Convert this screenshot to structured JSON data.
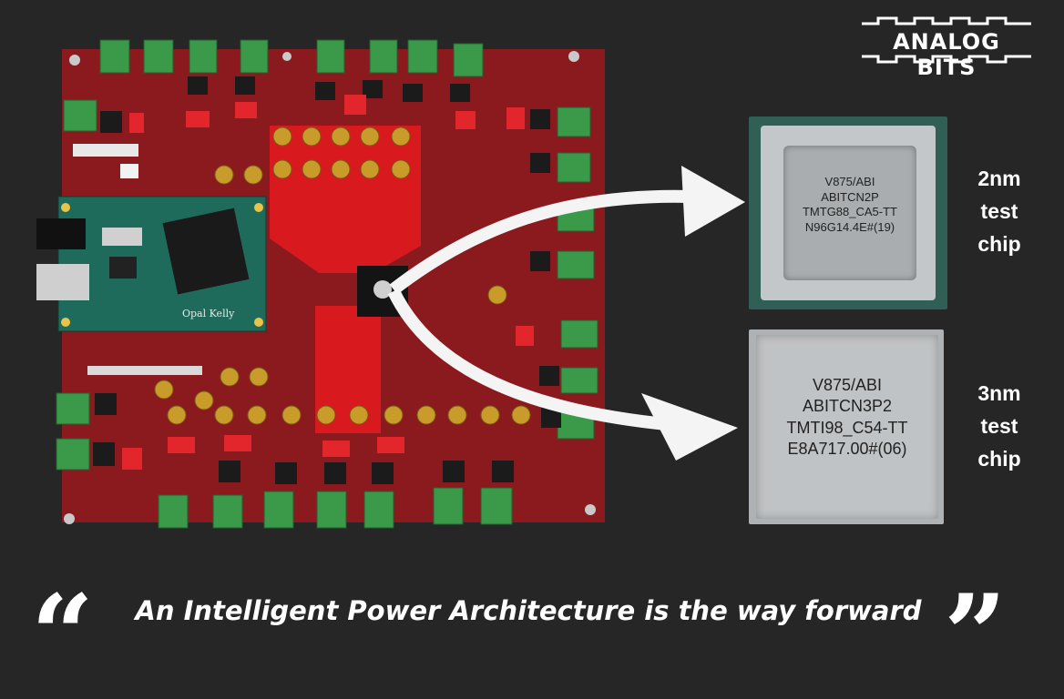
{
  "logo": {
    "text": "ANALOG BITS"
  },
  "chip_2nm": {
    "marking": [
      "V875/ABI",
      "ABITCN2P",
      "TMTG88_CA5-TT",
      "N96G14.4E#(19)"
    ],
    "label": [
      "2nm",
      "test",
      "chip"
    ]
  },
  "chip_3nm": {
    "marking": [
      "V875/ABI",
      "ABITCN3P2",
      "TMTI98_C54-TT",
      "E8A717.00#(06)"
    ],
    "label": [
      "3nm",
      "test",
      "chip"
    ]
  },
  "quote": {
    "open": "“",
    "text": "An Intelligent Power Architecture is the way forward",
    "close": "”"
  },
  "board": {
    "module_label": "Opal Kelly"
  },
  "colors": {
    "background": "#262626",
    "board": "#8b1a1f",
    "copper_pour": "#d8191e",
    "connector": "#3a9a4a",
    "module": "#1f6b5b",
    "chip_substrate": "#2f5f55"
  }
}
